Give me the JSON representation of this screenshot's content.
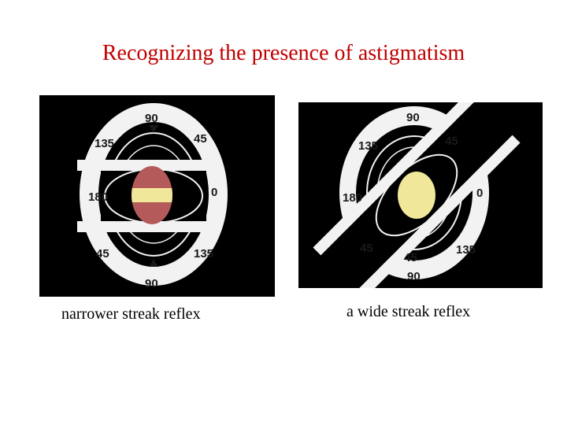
{
  "title": "Recognizing the presence of astigmatism",
  "colors": {
    "title": "#c00000",
    "panel_background": "#000000",
    "dial_ring": "#f2f2f2",
    "reflex_red": "#b55a5a",
    "reflex_yellow": "#f1e79a"
  },
  "panels": [
    {
      "caption": "narrower streak reflex",
      "dial_labels": {
        "top": "90",
        "top_left": "135",
        "top_right": "45",
        "left": "180",
        "right": "0",
        "bottom_left": "45",
        "bottom_right": "135",
        "bottom": "90"
      }
    },
    {
      "caption": "a wide streak reflex",
      "dial_labels": {
        "top": "90",
        "top_left": "135",
        "top_right": "45",
        "left": "180",
        "right": "0",
        "bottom_left": "45",
        "bottom_center": "45",
        "bottom_right": "135",
        "bottom": "90"
      }
    }
  ]
}
